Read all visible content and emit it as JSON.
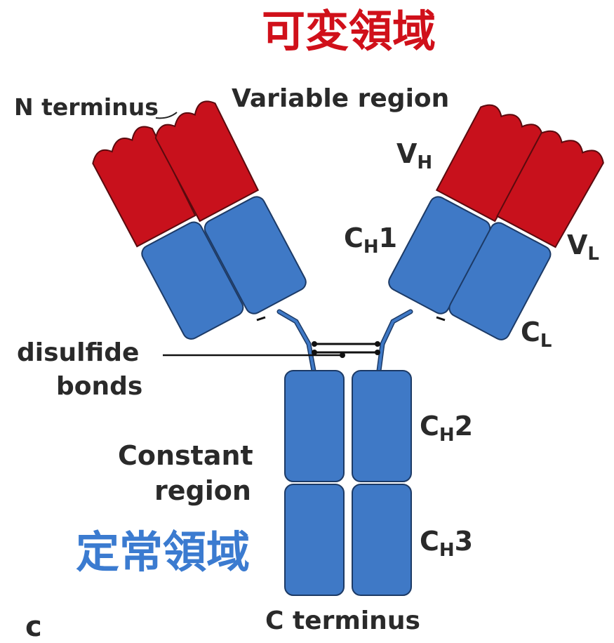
{
  "jp_variable_title": "可変領域",
  "jp_constant_title": "定常領域",
  "labels": {
    "n_terminus": "N terminus",
    "variable_region": "Variable region",
    "vh_main": "V",
    "vh_sub": "H",
    "vl_main": "V",
    "vl_sub": "L",
    "ch1_main": "C",
    "ch1_sub": "H",
    "ch1_num": "1",
    "cl_main": "C",
    "cl_sub": "L",
    "ch2_main": "C",
    "ch2_sub": "H",
    "ch2_num": "2",
    "ch3_main": "C",
    "ch3_sub": "H",
    "ch3_num": "3",
    "disulfide_line1": "disulfide",
    "disulfide_line2": "bonds",
    "constant_line1": "Constant",
    "constant_line2": "region",
    "c_terminus": "C terminus",
    "panel_letter": "c"
  },
  "colors": {
    "variable": "#c8111c",
    "constant": "#3f79c6",
    "jp_red": "#d0101a",
    "jp_blue": "#3b7bd0"
  }
}
